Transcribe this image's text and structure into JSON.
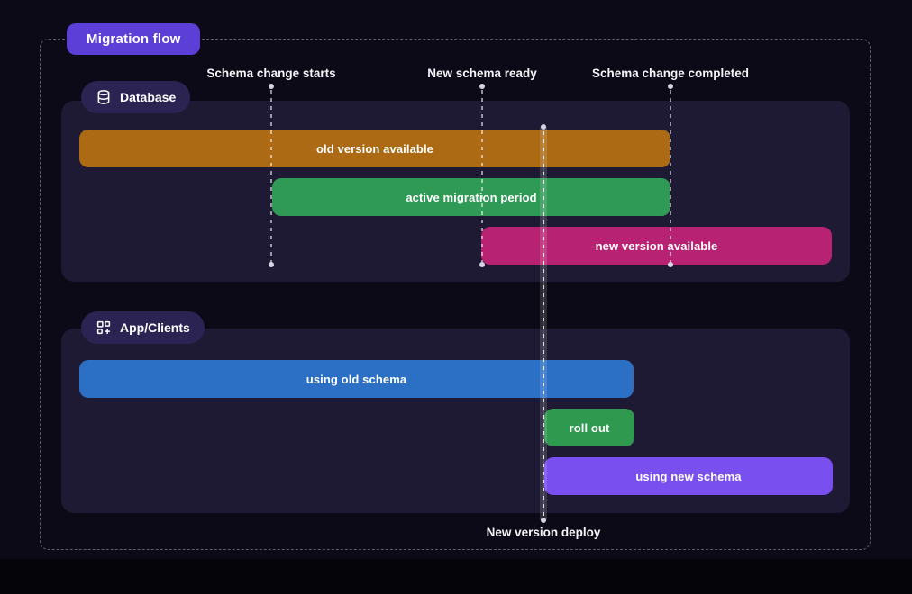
{
  "header": {
    "title": "Migration flow"
  },
  "colors": {
    "background": "#0C0A16",
    "panel": "#1E1A34",
    "title_badge": "#5B3FD6",
    "lane_pill": "#2B2453",
    "bar_old_version": "#AC6A15",
    "bar_active_migration": "#2F9956",
    "bar_new_version": "#B72273",
    "bar_using_old_schema": "#2B70C5",
    "bar_roll_out": "#2F9950",
    "bar_using_new_schema": "#7A4FF0"
  },
  "timeline": {
    "markers": [
      {
        "label": "Schema change starts"
      },
      {
        "label": "New schema ready"
      },
      {
        "label": "Schema change completed"
      }
    ],
    "deploy": {
      "label": "New version deploy"
    }
  },
  "lanes": [
    {
      "label": "Database",
      "icon": "database-icon",
      "bars": [
        {
          "label": "old version available"
        },
        {
          "label": "active migration period"
        },
        {
          "label": "new version available"
        }
      ]
    },
    {
      "label": "App/Clients",
      "icon": "grid-plus-icon",
      "bars": [
        {
          "label": "using old schema"
        },
        {
          "label": "roll out"
        },
        {
          "label": "using new schema"
        }
      ]
    }
  ]
}
